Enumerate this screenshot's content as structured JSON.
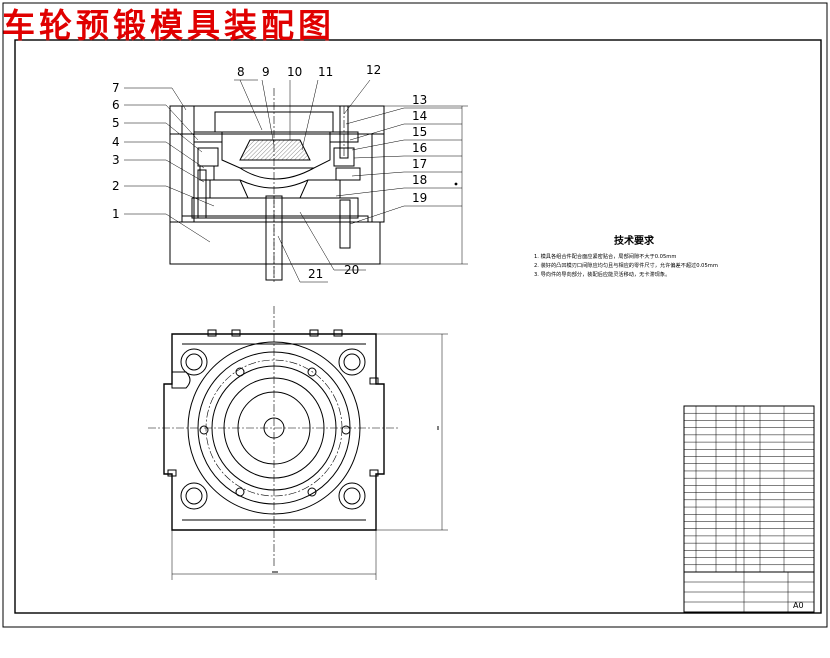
{
  "drawing": {
    "title": "车轮预锻模具装配图",
    "part_numbers_left": [
      "7",
      "6",
      "5",
      "4",
      "3",
      "2",
      "1"
    ],
    "part_numbers_top": [
      "8",
      "9",
      "10",
      "11",
      "12"
    ],
    "part_numbers_right": [
      "13",
      "14",
      "15",
      "16",
      "17",
      "18",
      "19"
    ],
    "part_numbers_bottom": [
      "21",
      "20"
    ],
    "tech_requirements": {
      "heading": "技术要求",
      "items": [
        "1. 模具各组合件配合面应紧密贴合，局部间隙不大于0.05mm",
        "2. 装好的凸凹模刃口间隙应均匀且与相应的零件尺寸，允许偏差不超过0.05mm",
        "3. 导向件的导向部分，装配后应能灵活移动，无卡滞现象。"
      ]
    },
    "title_block": {
      "sheet_size": "A0"
    },
    "colors": {
      "title": "#e00000",
      "line": "#000000"
    }
  }
}
